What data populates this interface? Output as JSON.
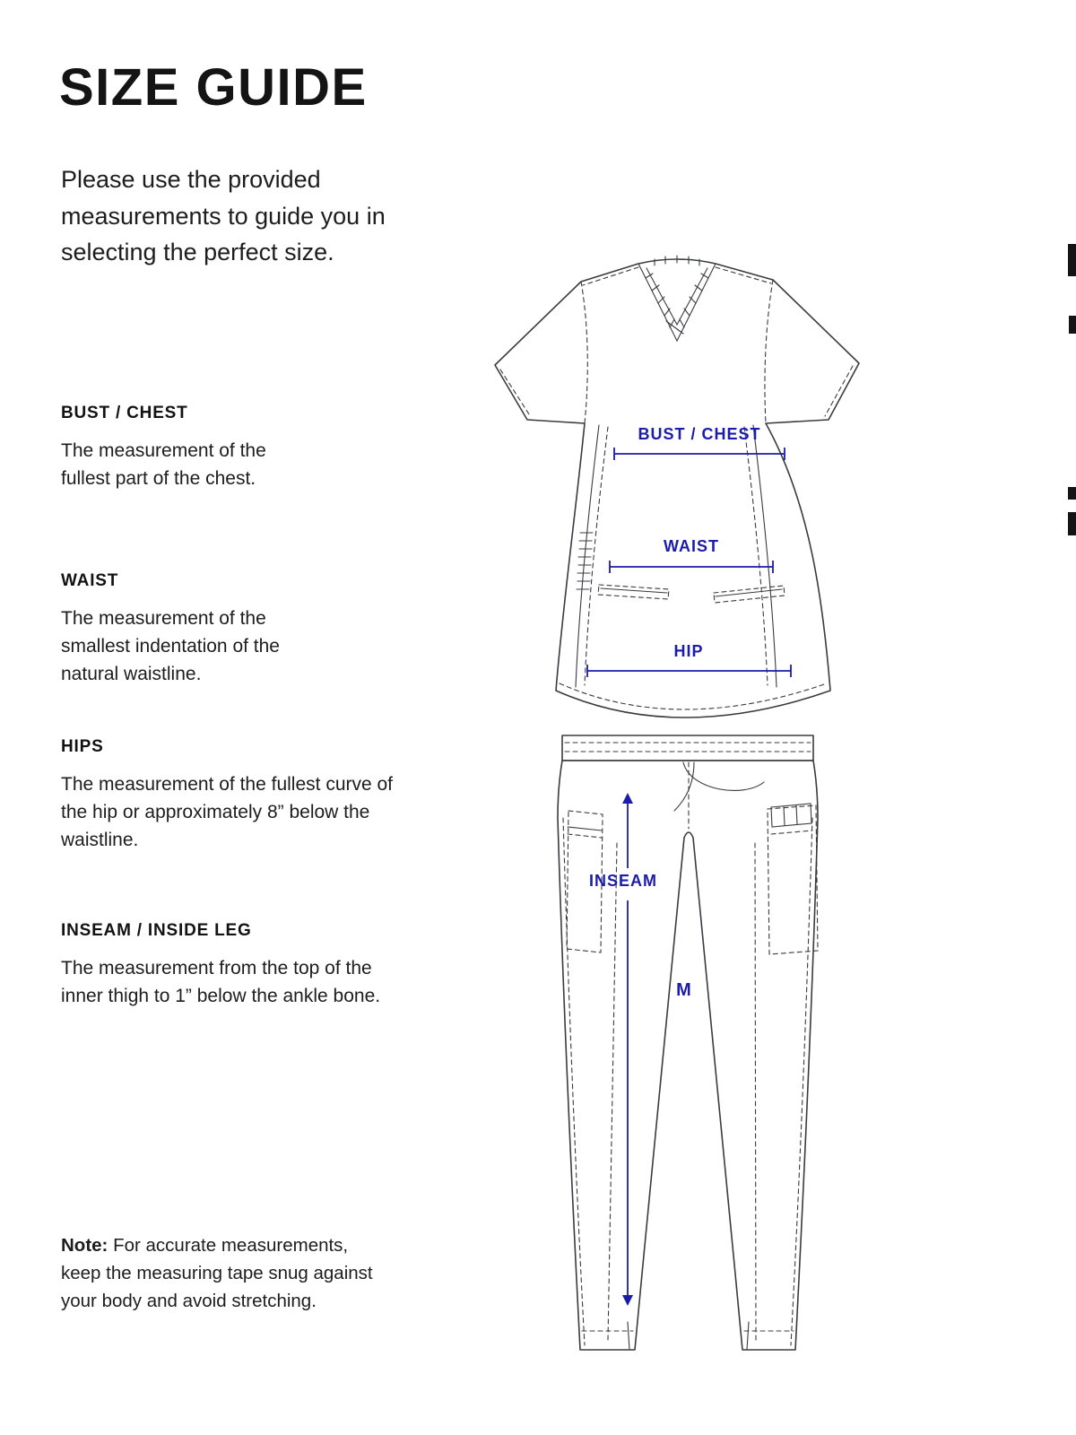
{
  "page": {
    "title": "SIZE GUIDE",
    "intro": "Please use the provided measurements to guide you in selecting the perfect size."
  },
  "sections": [
    {
      "heading": "BUST / CHEST",
      "body": "The measurement of the fullest part of the chest."
    },
    {
      "heading": "WAIST",
      "body": "The measurement of the smallest indentation of the natural waistline."
    },
    {
      "heading": "HIPS",
      "body": "The measurement of the fullest curve of the hip or approximately 8” below the waistline."
    },
    {
      "heading": "INSEAM / INSIDE LEG",
      "body": "The measurement from the top of the inner thigh to 1” below the ankle bone."
    }
  ],
  "note": {
    "label": "Note:",
    "text": " For accurate measurements, keep the measuring tape snug against your body and avoid stretching."
  },
  "diagram": {
    "accent_color": "#1b1caa",
    "line_color": "#3a3b40",
    "labels": {
      "bust": "BUST / CHEST",
      "waist": "WAIST",
      "hip": "HIP",
      "inseam": "INSEAM",
      "size_marker": "M"
    }
  }
}
